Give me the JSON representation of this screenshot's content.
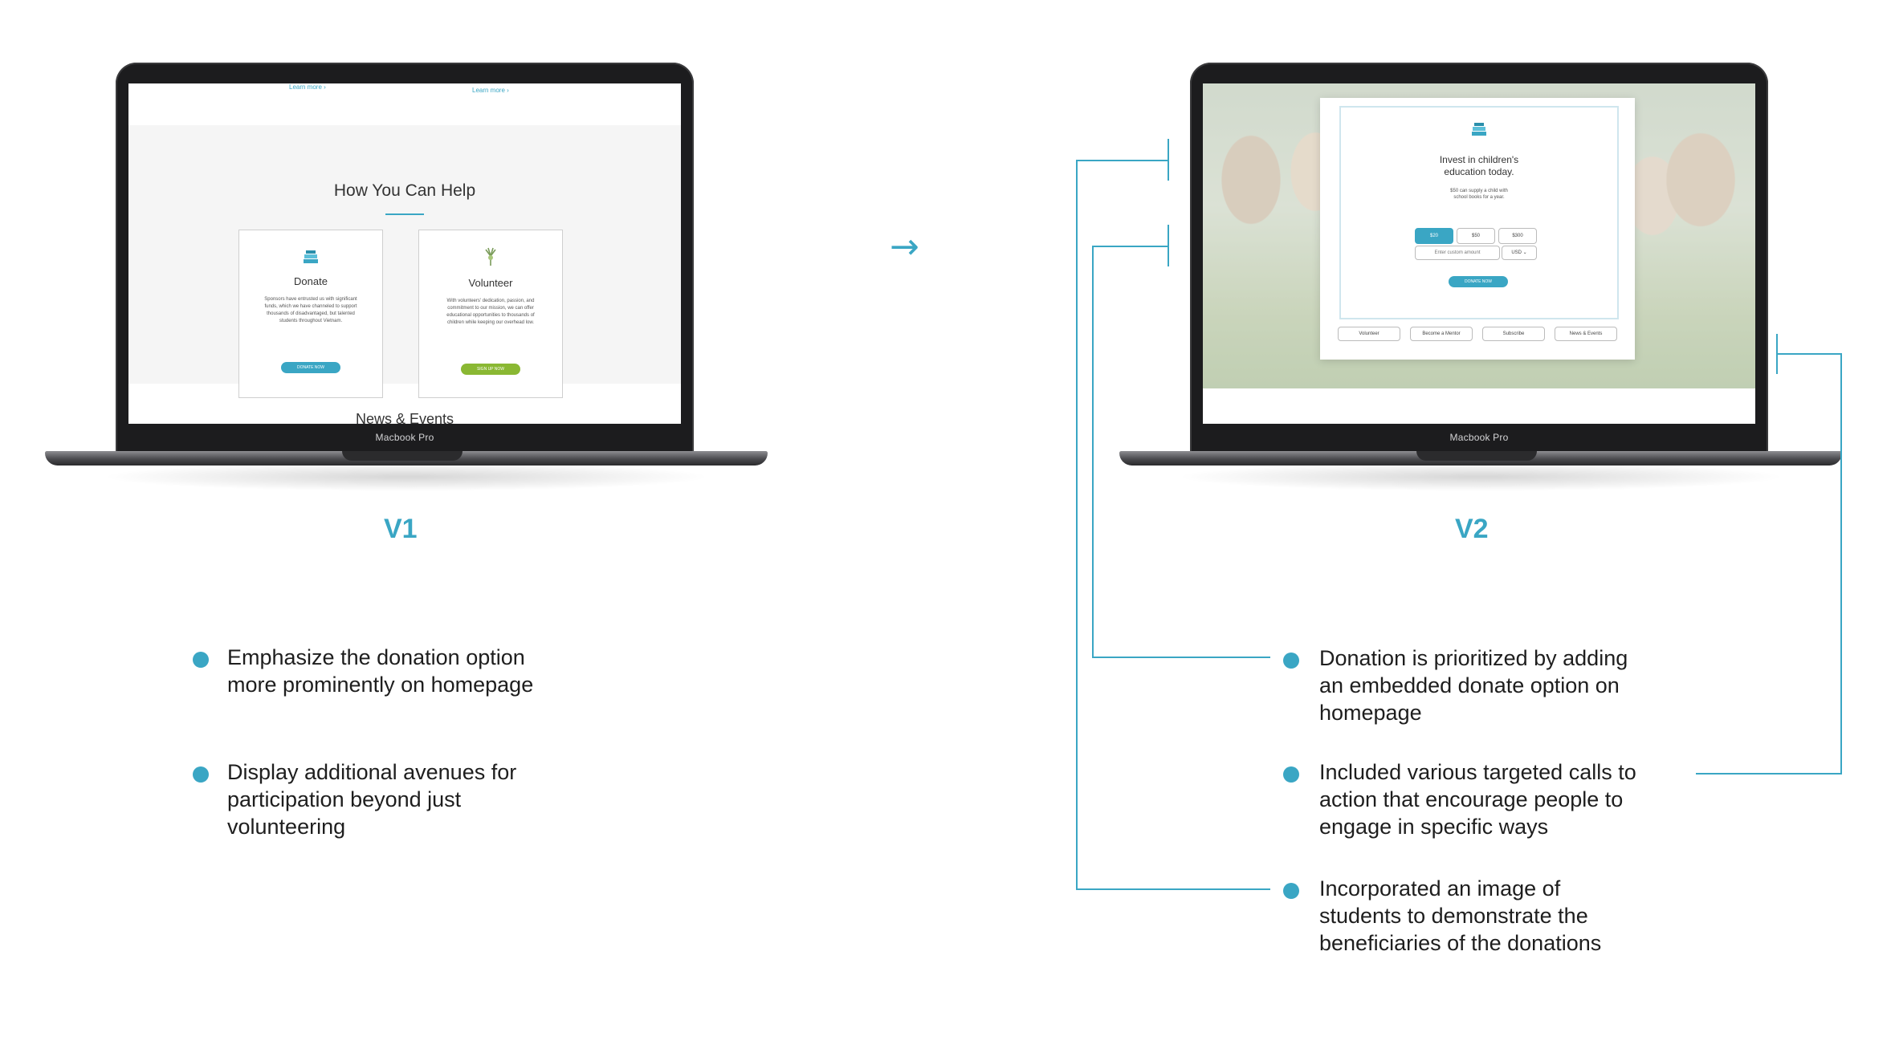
{
  "v1": {
    "link_left": "Learn more  ›",
    "link_right": "Learn more  ›",
    "section_title": "How You Can Help",
    "donate_card": {
      "title": "Donate",
      "body": "Sponsors have entrusted us with significant funds, which we have channeled to support thousands of disadvantaged, but talented students throughout Vietnam.",
      "button": "DONATE NOW"
    },
    "volunteer_card": {
      "title": "Volunteer",
      "body": "With volunteers' dedication, passion, and commitment to our mission, we can offer educational opportunities to thousands of children while keeping our overhead low.",
      "button": "SIGN UP NOW"
    },
    "next_section_cut": "News & Events",
    "laptop_brand": "Macbook Pro",
    "label": "V1"
  },
  "arrow": "→",
  "v2": {
    "headline_1": "Invest in children's",
    "headline_2": "education today.",
    "sub_1": "$50 can supply a child with",
    "sub_2": "school books for a year.",
    "amounts": [
      "$20",
      "$50",
      "$300"
    ],
    "custom_amount_placeholder": "Enter custom amount",
    "currency": "USD",
    "donate_button": "DONATE NOW",
    "ctas": [
      "Volunteer",
      "Become a Mentor",
      "Subscribe",
      "News & Events"
    ],
    "laptop_brand": "Macbook Pro",
    "label": "V2"
  },
  "v1_bullets": [
    {
      "line1": "Emphasize the donation option",
      "line2": "more prominently on homepage",
      "line3": ""
    },
    {
      "line1": "Display additional avenues for",
      "line2": "participation beyond just",
      "line3": "volunteering"
    }
  ],
  "v2_bullets": [
    {
      "line1": "Donation is prioritized by adding",
      "line2": "an embedded donate option on",
      "line3": "homepage"
    },
    {
      "line1": "Included various targeted calls to",
      "line2": "action that encourage people to",
      "line3": "engage in specific ways"
    },
    {
      "line1": "Incorporated an image of",
      "line2": "students to demonstrate the",
      "line3": "beneficiaries of the donations"
    }
  ],
  "colors": {
    "accent": "#3aa6c4",
    "green": "#8ab833"
  }
}
